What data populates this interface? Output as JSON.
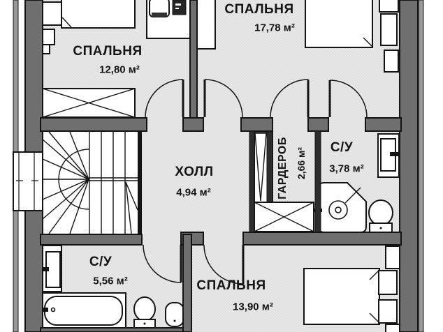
{
  "colors": {
    "wall": "#6f6f6f",
    "wall_dark": "#2e2e2e",
    "strip": "#989898",
    "outline": "#141414",
    "floor": "#ededed",
    "floor_hatch": "#d8d8d8",
    "furniture": "#ffffff"
  },
  "rooms": [
    {
      "id": "bedroom-top-left",
      "label": "СПАЛЬНЯ",
      "area": "12,80 м²"
    },
    {
      "id": "bedroom-top-right",
      "label": "СПАЛЬНЯ",
      "area": "17,78 м²"
    },
    {
      "id": "hall",
      "label": "ХОЛЛ",
      "area": "4,94 м²"
    },
    {
      "id": "wardrobe",
      "label": "ГАРДЕРОБ",
      "area": "2,66 м²"
    },
    {
      "id": "bathroom-ensuite",
      "label": "С/У",
      "area": "3,78 м²"
    },
    {
      "id": "bathroom-main",
      "label": "С/У",
      "area": "5,56 м²"
    },
    {
      "id": "bedroom-bottom-right",
      "label": "СПАЛЬНЯ",
      "area": "13,90 м²"
    }
  ],
  "fixtures": [
    "bed",
    "pillow",
    "nightstand",
    "wardrobe",
    "washing-machine",
    "stairs",
    "window",
    "door",
    "sink",
    "bathtub",
    "toilet",
    "bidet",
    "shower"
  ]
}
